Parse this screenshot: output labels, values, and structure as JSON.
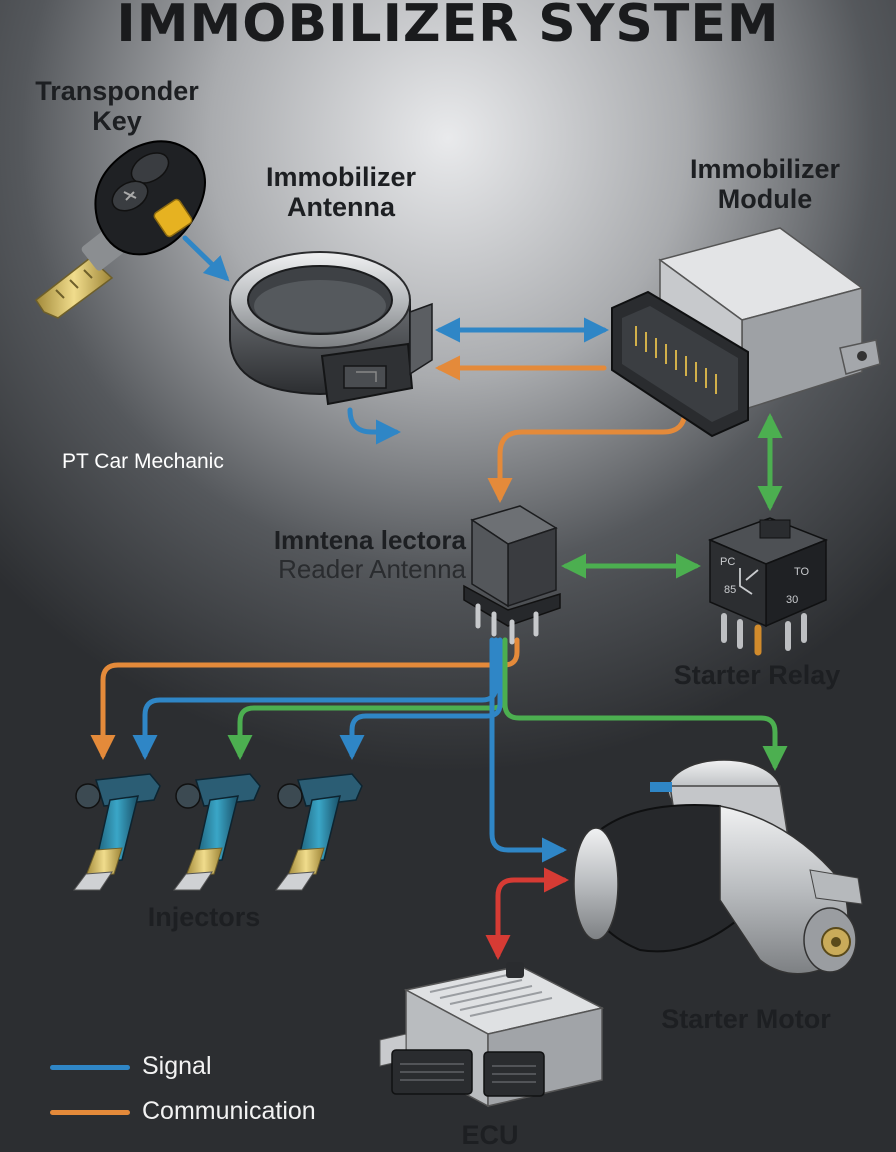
{
  "title": "IMMOBILIZER SYSTEM",
  "watermark": "PT Car Mechanic",
  "components": {
    "transponder_key": [
      "Transponder",
      "Key"
    ],
    "immobilizer_antenna": [
      "Immobilizer",
      "Antenna"
    ],
    "immobilizer_module": [
      "Immobilizer",
      "Module"
    ],
    "reader_antenna": [
      "Imntena lectora",
      "Reader Antenna"
    ],
    "starter_relay": "Starter Relay",
    "injectors": "Injectors",
    "starter_motor": "Starter Motor",
    "ecu": "ECU"
  },
  "relay_marks": {
    "top_left": "PC",
    "top_right": "TO",
    "bottom_left": "85",
    "bottom_right": "30"
  },
  "legend": [
    {
      "label": "Signal",
      "color": "#2f86c6"
    },
    {
      "label": "Communication",
      "color": "#e48a3a"
    }
  ],
  "colors": {
    "signal": "#2f86c6",
    "communication": "#e48a3a",
    "control": "#4caf50",
    "power": "#d63b34"
  }
}
